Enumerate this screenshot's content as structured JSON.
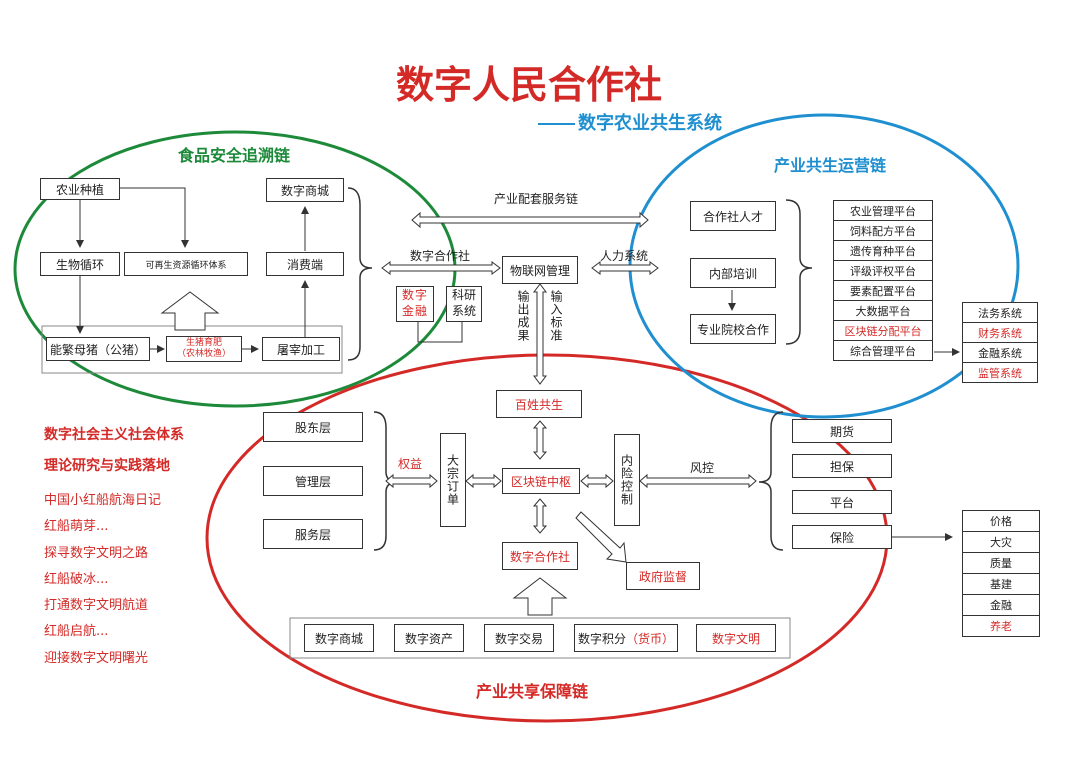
{
  "title": "数字人民合作社",
  "subtitle": "—— 数字农业共生系统",
  "food_chain": {
    "title": "食品安全追溯链",
    "agri": "农业种植",
    "bio_cycle": "生物循环",
    "renewable": "可再生资源循环体系",
    "sow": "能繁母猪（公猪）",
    "pig_raise_1": "生猪育肥",
    "pig_raise_2": "（农林牧渔）",
    "slaughter": "屠宰加工",
    "consumer": "消费端",
    "mall": "数字商城"
  },
  "middle": {
    "service_chain": "产业配套服务链",
    "coop": "数字合作社",
    "hr": "人力系统",
    "iot": "物联网管理",
    "finance": "数字金融",
    "research": "科研系统",
    "output": "输出成果",
    "input": "输入标准",
    "people": "百姓共生"
  },
  "ops_chain": {
    "title": "产业共生运营链",
    "talent": "合作社人才",
    "training": "内部培训",
    "school": "专业院校合作",
    "platforms": [
      "农业管理平台",
      "饲料配方平台",
      "遗传育种平台",
      "评级评权平台",
      "要素配置平台",
      "大数据平台",
      "区块链分配平台",
      "综合管理平台"
    ],
    "systems": [
      "法务系统",
      "财务系统",
      "金融系统",
      "监管系统"
    ]
  },
  "theory": {
    "heading1": "数字社会主义社会体系",
    "heading2": "理论研究与实践落地",
    "items": [
      "中国小红船航海日记",
      "红船萌芽...",
      "探寻数字文明之路",
      "红船破冰...",
      "打通数字文明航道",
      "红船启航...",
      "迎接数字文明曙光"
    ]
  },
  "share_chain": {
    "title": "产业共享保障链",
    "layers": [
      "股东层",
      "管理层",
      "服务层"
    ],
    "rights": "权益",
    "bulk_order": "大宗订单",
    "blockchain": "区块链中枢",
    "risk_ctrl": "内险控制",
    "risk": "风控",
    "coop": "数字合作社",
    "gov": "政府监督",
    "services": [
      "期货",
      "担保",
      "平台",
      "保险"
    ],
    "insurance_items": [
      "价格",
      "大灾",
      "质量",
      "基建",
      "金融",
      "养老"
    ],
    "bottom": [
      "数字商城",
      "数字资产",
      "数字交易",
      "数字积分",
      "（货币）",
      "数字文明"
    ]
  },
  "colors": {
    "red": "#d42a27",
    "blue": "#1f8fd0",
    "green": "#1d8a3a",
    "line": "#333333"
  }
}
